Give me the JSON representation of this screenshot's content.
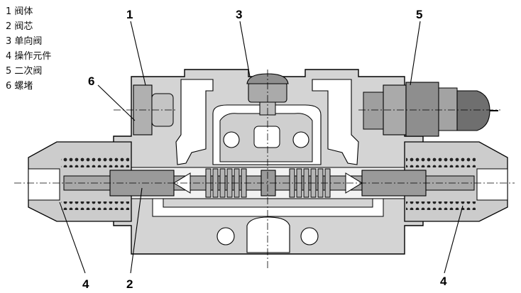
{
  "legend": [
    {
      "num": "1",
      "text": "阀体"
    },
    {
      "num": "2",
      "text": "阀芯"
    },
    {
      "num": "3",
      "text": "单向阀"
    },
    {
      "num": "4",
      "text": "操作元件"
    },
    {
      "num": "5",
      "text": "二次阀"
    },
    {
      "num": "6",
      "text": "螺堵"
    }
  ],
  "callouts": {
    "c1": "1",
    "c2": "2",
    "c3": "3",
    "c4_left": "4",
    "c4_right": "4",
    "c5": "5",
    "c6": "6"
  },
  "colors": {
    "body_fill": "#d4d4d4",
    "body_dark": "#b8b8b8",
    "spool_fill": "#9a9a9a",
    "spring": "#333333",
    "line": "#000000"
  }
}
